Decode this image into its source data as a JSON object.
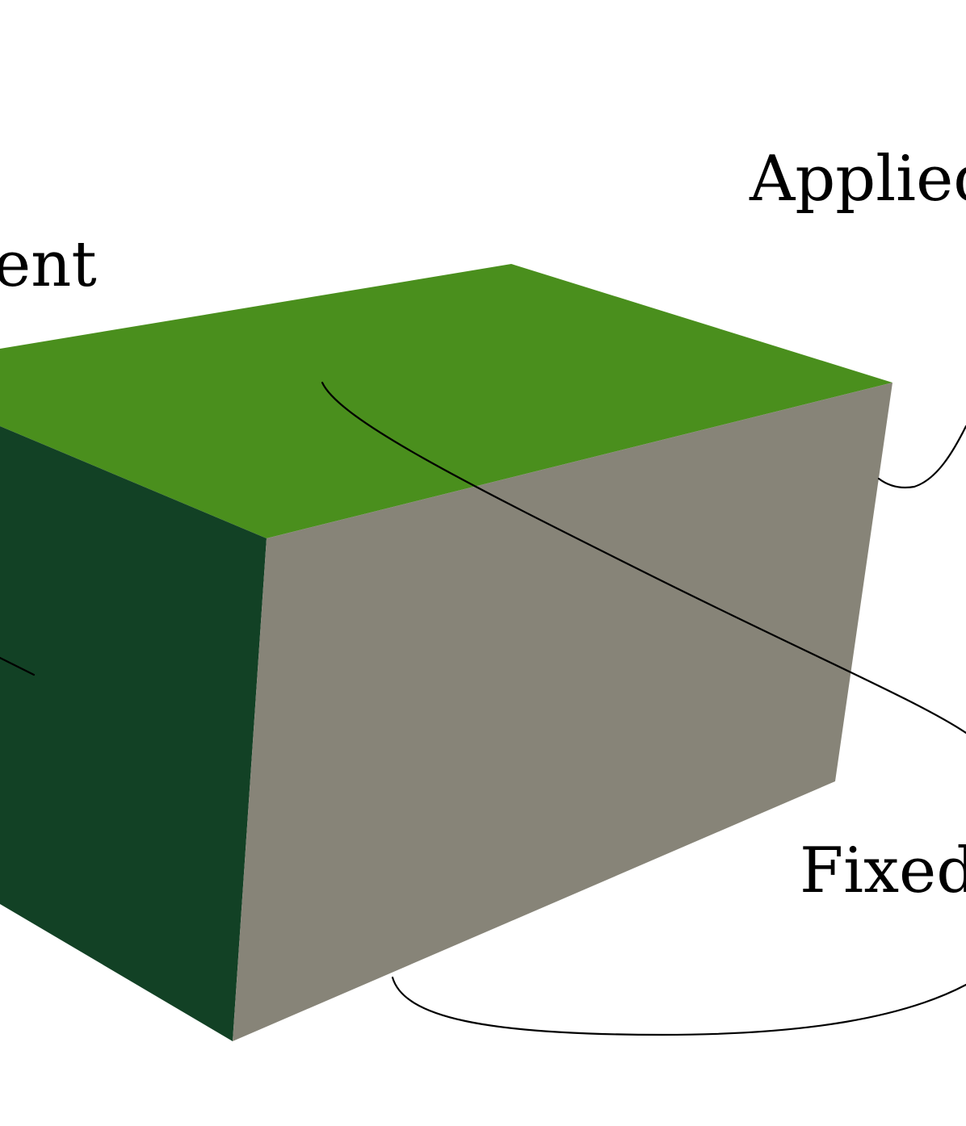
{
  "diagram": {
    "labels": {
      "top_left": "ent",
      "top_right": "Applied",
      "bottom_right": "Fixed"
    },
    "faces": {
      "top_color": "#4a8f1d",
      "left_color": "#124125",
      "front_color": "#878478"
    },
    "leader_line_color": "#000000"
  }
}
